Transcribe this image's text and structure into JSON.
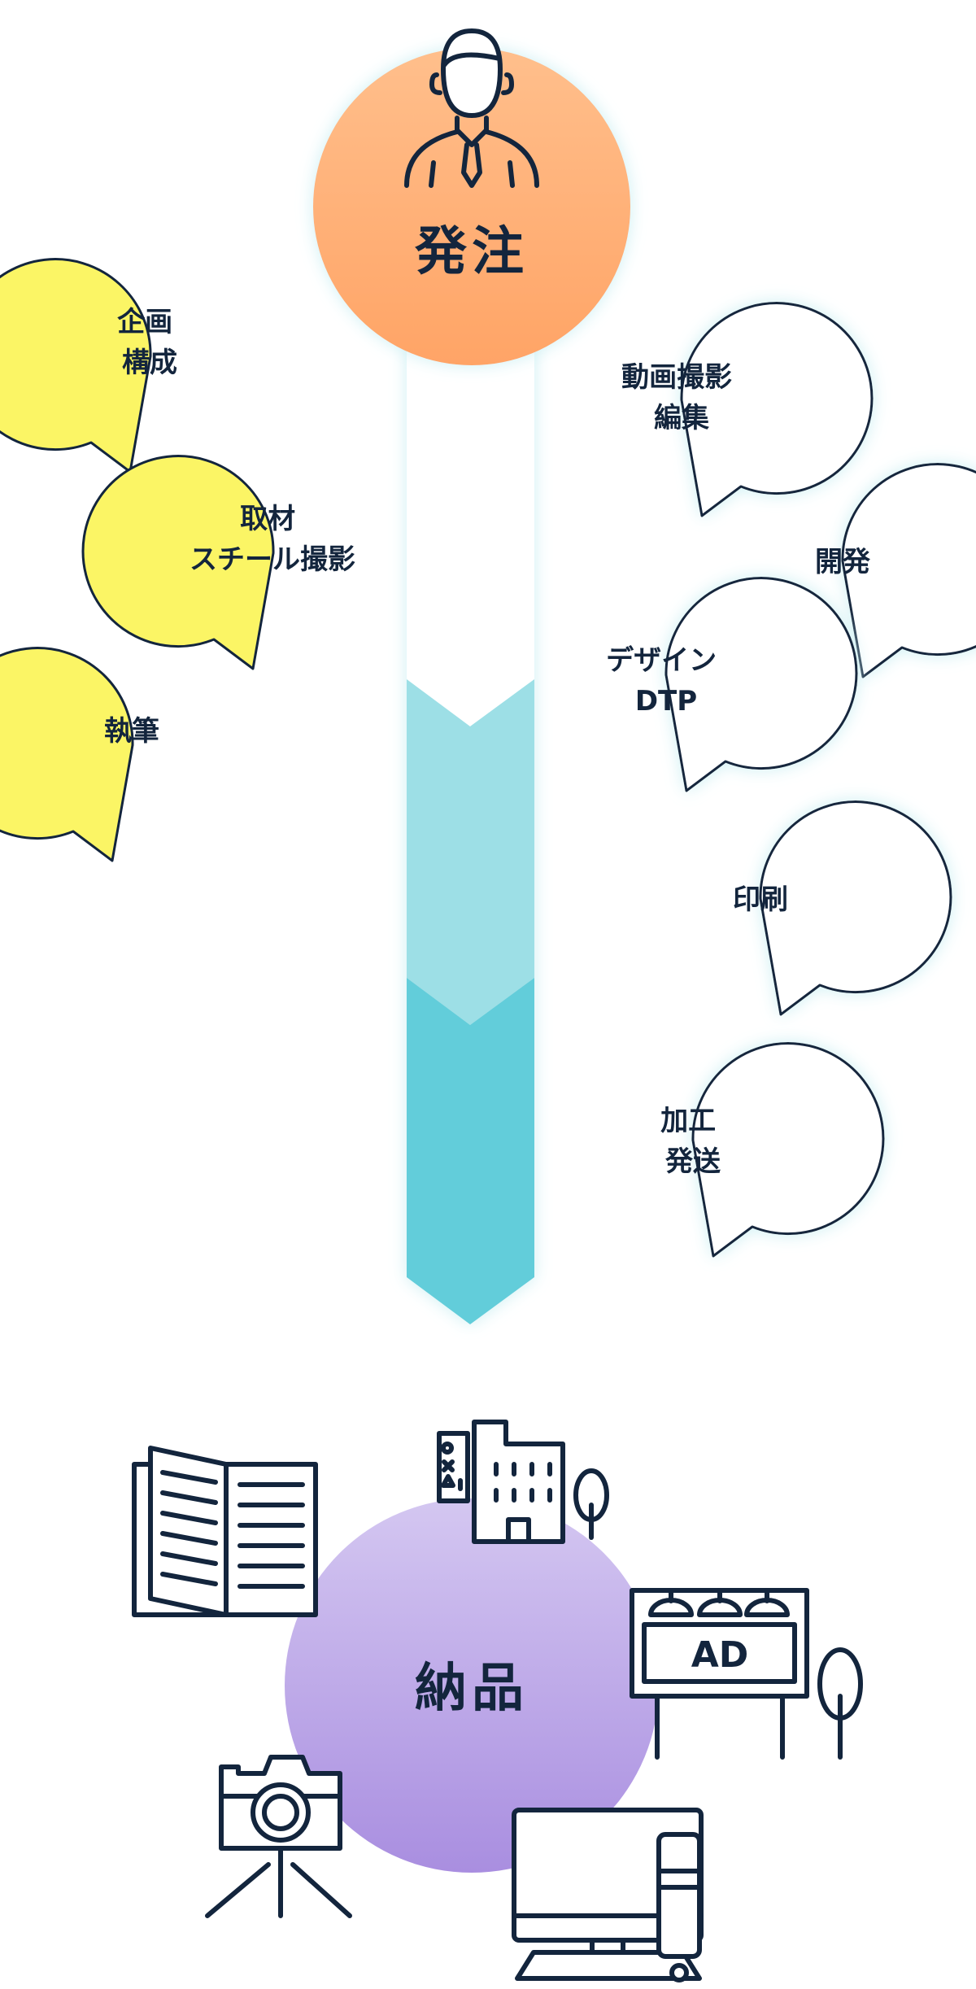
{
  "order": {
    "label": "発注"
  },
  "delivery": {
    "label": "納品"
  },
  "yellow_bubbles": [
    {
      "lines": [
        "企画",
        "構成"
      ]
    },
    {
      "lines": [
        "取材",
        "スチール撮影"
      ]
    },
    {
      "lines": [
        "執筆"
      ]
    }
  ],
  "white_bubbles": [
    {
      "lines": [
        "動画撮影",
        "編集"
      ]
    },
    {
      "lines": [
        "開発"
      ]
    },
    {
      "lines": [
        "デザイン",
        "DTP"
      ]
    },
    {
      "lines": [
        "印刷"
      ]
    },
    {
      "lines": [
        "加工",
        "発送"
      ]
    }
  ],
  "billboard": {
    "text": "AD"
  },
  "colors": {
    "order_top": "#ffbf8c",
    "order_bottom": "#ffa466",
    "delivery_top": "#d4c7f1",
    "delivery_bottom": "#a98ee0",
    "stage_light": "#9ddfe6",
    "stage_dark": "#62cdda",
    "yellow": "#fbf565",
    "ink": "#13253d"
  },
  "icons": [
    "person-icon",
    "book-icon",
    "building-icon",
    "tree-icon",
    "billboard-icon",
    "camera-icon",
    "desktop-computer-icon"
  ]
}
